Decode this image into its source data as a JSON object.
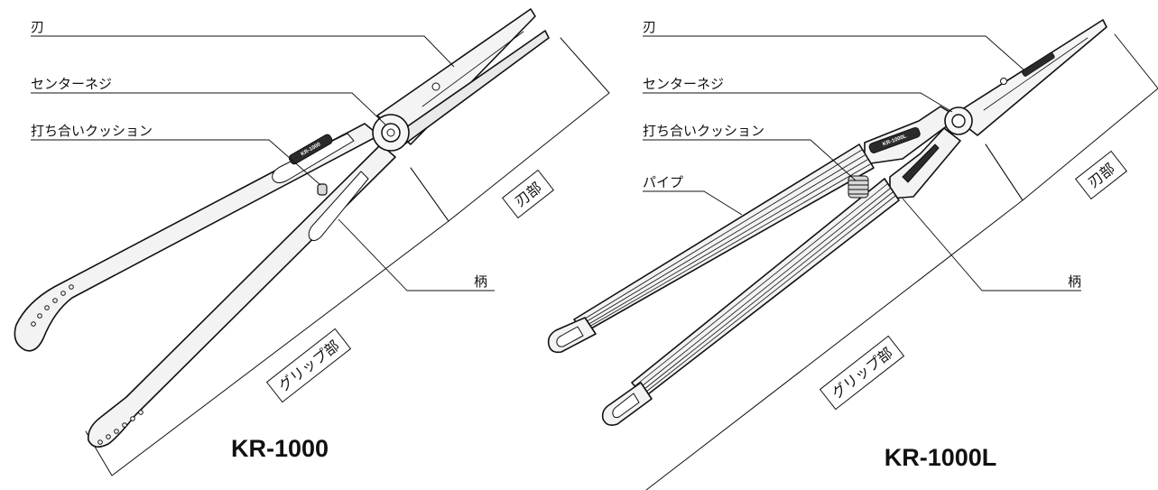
{
  "colors": {
    "ink": "#111111",
    "metal": "#f3f3f3",
    "dark": "#2b2b2b",
    "paper": "#ffffff"
  },
  "left": {
    "model": "KR-1000",
    "brand_mark": "KR-1000",
    "labels": {
      "blade": "刃",
      "center_screw": "センターネジ",
      "cushion": "打ち合いクッション",
      "handle": "柄"
    },
    "sections": {
      "blade_part": "刃部",
      "grip_part": "グリップ部"
    }
  },
  "right": {
    "model": "KR-1000L",
    "brand_mark": "KR-1000L",
    "labels": {
      "blade": "刃",
      "center_screw": "センターネジ",
      "cushion": "打ち合いクッション",
      "pipe": "パイプ",
      "handle": "柄"
    },
    "sections": {
      "blade_part": "刃部",
      "grip_part": "グリップ部"
    }
  }
}
